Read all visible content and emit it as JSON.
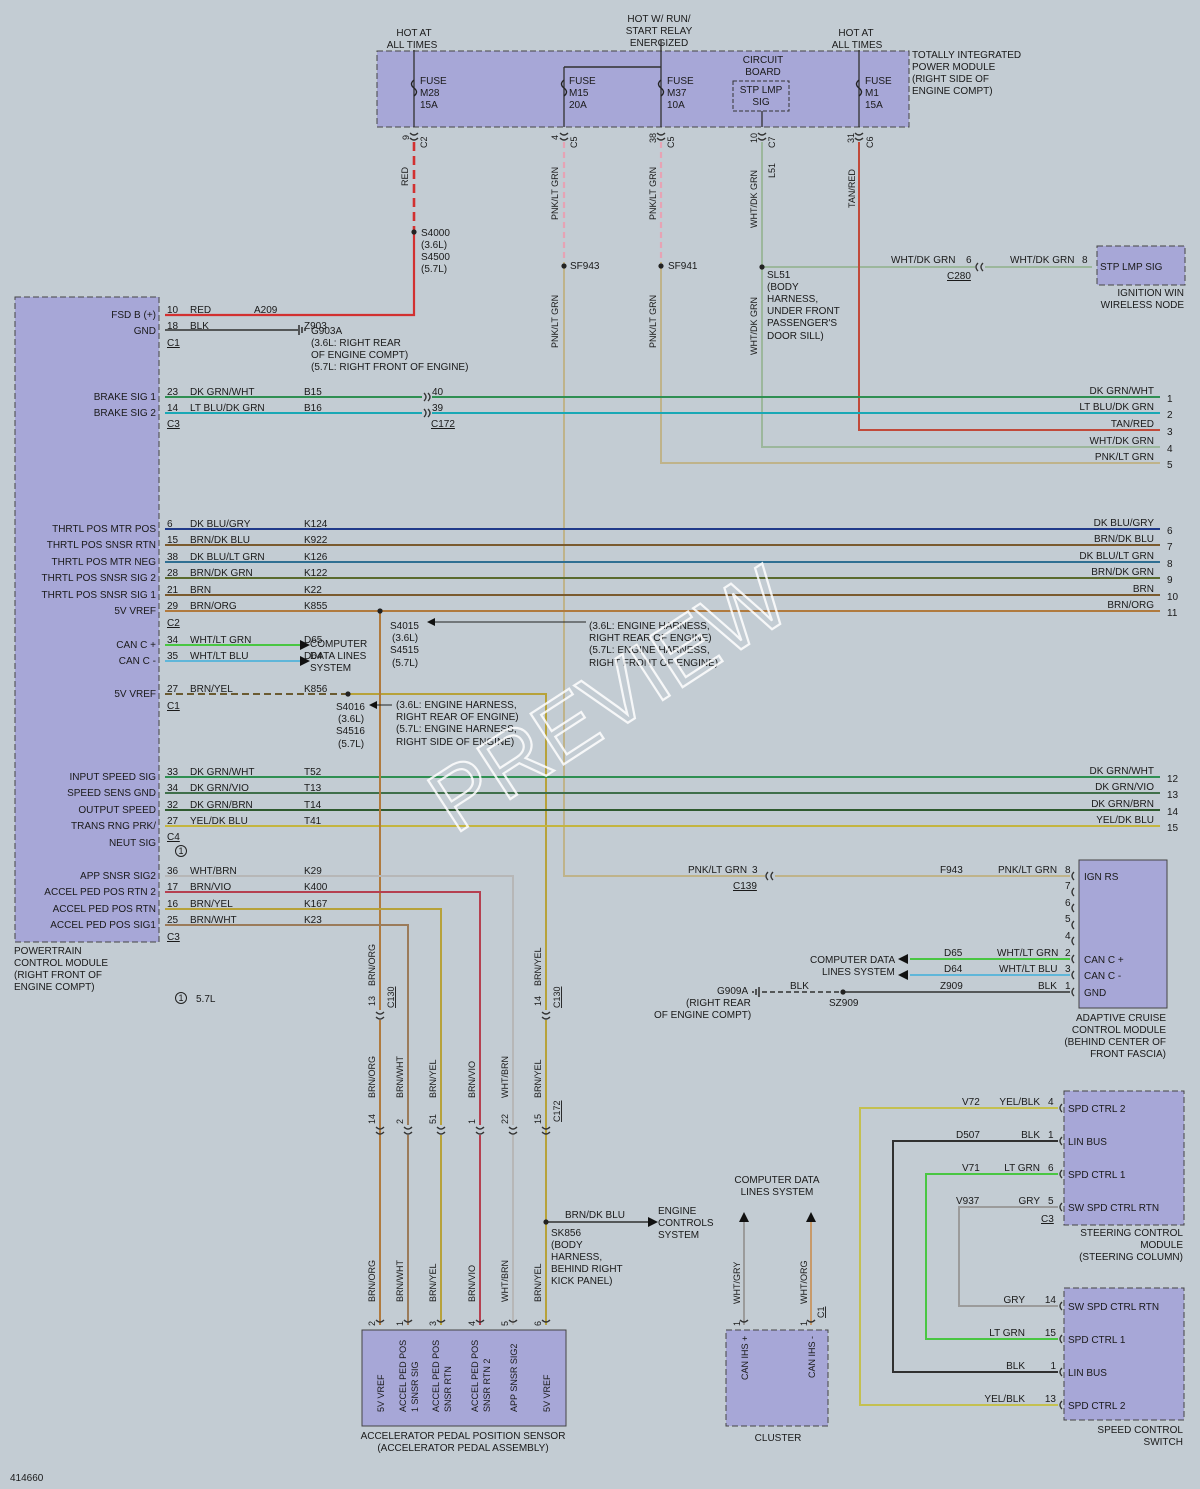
{
  "watermark": "PREVIEW",
  "figure_number": "414660",
  "top_labels": {
    "hot_at": "HOT AT",
    "all_times": "ALL TIMES",
    "hot_run1": "HOT W/ RUN/",
    "hot_run2": "START RELAY",
    "hot_run3": "ENERGIZED"
  },
  "tipm": {
    "l1": "TOTALLY INTEGRATED",
    "l2": "POWER MODULE",
    "l3": "(RIGHT SIDE OF",
    "l4": "ENGINE COMPT)",
    "fuse_word": "FUSE",
    "f1": "M28",
    "f1a": "15A",
    "f2": "M15",
    "f2a": "20A",
    "f3": "M37",
    "f3a": "10A",
    "f4": "M1",
    "f4a": "15A",
    "cb1": "CIRCUIT",
    "cb2": "BOARD",
    "stp1": "STP LMP",
    "stp2": "SIG",
    "pin_a": "9",
    "conn_a": "C2",
    "pin_b": "4",
    "conn_b": "C5",
    "pin_c": "38",
    "conn_c": "C5",
    "pin_d": "10",
    "conn_d": "C7",
    "pin_e": "31",
    "conn_e": "C6"
  },
  "vwires": {
    "red": "RED",
    "pnk1": "PNK/LT GRN",
    "pnk2": "PNK/LT GRN",
    "whtdk": "WHT/DK GRN",
    "l51": "L51",
    "tanred": "TAN/RED"
  },
  "splices": {
    "s4000a": "S4000",
    "s4000b": "(3.6L)",
    "s4000c": "S4500",
    "s4000d": "(5.7L)",
    "sf943": "SF943",
    "sf941": "SF941",
    "sl51a": "SL51",
    "sl51b": "(BODY",
    "sl51c": "HARNESS,",
    "sl51d": "UNDER FRONT",
    "sl51e": "PASSENGER'S",
    "sl51f": "DOOR SILL)",
    "s4015a": "S4015",
    "s4015b": "(3.6L)",
    "s4015c": "S4515",
    "s4015d": "(5.7L)",
    "s4015n1": "(3.6L: ENGINE HARNESS,",
    "s4015n2": "RIGHT REAR OF ENGINE)",
    "s4015n3": "(5.7L: ENGINE HARNESS,",
    "s4015n4": "RIGHT FRONT OF ENGINE)",
    "s4016a": "S4016",
    "s4016b": "(3.6L)",
    "s4016c": "S4516",
    "s4016d": "(5.7L)",
    "s4016n1": "(3.6L: ENGINE HARNESS,",
    "s4016n2": "RIGHT REAR OF ENGINE)",
    "s4016n3": "(5.7L: ENGINE HARNESS,",
    "s4016n4": "RIGHT SIDE OF ENGINE)",
    "g903a": "G903A",
    "g903b": "(3.6L: RIGHT REAR",
    "g903c": "OF ENGINE COMPT)",
    "g903d": "(5.7L: RIGHT FRONT OF ENGINE)",
    "sk856a": "SK856",
    "sk856b": "(BODY",
    "sk856c": "HARNESS,",
    "sk856d": "BEHIND RIGHT",
    "sk856e": "KICK PANEL)",
    "sz909": "SZ909",
    "g909a": "G909A",
    "g909b": "(RIGHT REAR",
    "g909c": "OF ENGINE COMPT)"
  },
  "ign": {
    "l1": "IGNITION WIN",
    "l2": "WIRELESS NODE",
    "pin": "STP LMP SIG",
    "wire": "WHT/DK GRN",
    "p8": "8",
    "p6": "6",
    "wire2": "WHT/DK GRN",
    "conn": "C280"
  },
  "pcm": {
    "l1": "POWERTRAIN",
    "l2": "CONTROL MODULE",
    "l3": "(RIGHT FRONT OF",
    "l4": "ENGINE COMPT)",
    "note_num": "1",
    "note": "5.7L",
    "c1": "C1",
    "c2": "C2",
    "c3": "C3",
    "c4": "C4",
    "c1b": "C1",
    "c3b": "C3",
    "pins": [
      {
        "label": "FSD B (+)",
        "pin": "10",
        "color": "RED",
        "circuit": "A209"
      },
      {
        "label": "GND",
        "pin": "18",
        "color": "BLK",
        "circuit": "Z903"
      },
      {
        "label": "BRAKE SIG 1",
        "pin": "23",
        "color": "DK GRN/WHT",
        "circuit": "B15"
      },
      {
        "label": "BRAKE SIG 2",
        "pin": "14",
        "color": "LT BLU/DK GRN",
        "circuit": "B16"
      },
      {
        "label": "THRTL POS MTR POS",
        "pin": "6",
        "color": "DK BLU/GRY",
        "circuit": "K124"
      },
      {
        "label": "THRTL POS SNSR RTN",
        "pin": "15",
        "color": "BRN/DK BLU",
        "circuit": "K922"
      },
      {
        "label": "THRTL POS MTR NEG",
        "pin": "38",
        "color": "DK BLU/LT GRN",
        "circuit": "K126"
      },
      {
        "label": "THRTL POS SNSR SIG 2",
        "pin": "28",
        "color": "BRN/DK GRN",
        "circuit": "K122"
      },
      {
        "label": "THRTL POS SNSR SIG 1",
        "pin": "21",
        "color": "BRN",
        "circuit": "K22"
      },
      {
        "label": "5V VREF",
        "pin": "29",
        "color": "BRN/ORG",
        "circuit": "K855"
      },
      {
        "label": "CAN C +",
        "pin": "34",
        "color": "WHT/LT GRN",
        "circuit": "D65"
      },
      {
        "label": "CAN C -",
        "pin": "35",
        "color": "WHT/LT BLU",
        "circuit": "D64"
      },
      {
        "label": "5V VREF",
        "pin": "27",
        "color": "BRN/YEL",
        "circuit": "K856"
      },
      {
        "label": "INPUT SPEED SIG",
        "pin": "33",
        "color": "DK GRN/WHT",
        "circuit": "T52"
      },
      {
        "label": "SPEED SENS GND",
        "pin": "34",
        "color": "DK GRN/VIO",
        "circuit": "T13"
      },
      {
        "label": "OUTPUT SPEED",
        "pin": "32",
        "color": "DK GRN/BRN",
        "circuit": "T14"
      },
      {
        "label": "TRANS RNG PRK/",
        "pin": "27",
        "color": "YEL/DK BLU",
        "circuit": "T41"
      },
      {
        "label": "NEUT SIG",
        "pin": "",
        "color": "",
        "circuit": ""
      },
      {
        "label": "APP SNSR SIG2",
        "pin": "36",
        "color": "WHT/BRN",
        "circuit": "K29"
      },
      {
        "label": "ACCEL PED POS RTN 2",
        "pin": "17",
        "color": "BRN/VIO",
        "circuit": "K400"
      },
      {
        "label": "ACCEL PED POS RTN",
        "pin": "16",
        "color": "BRN/YEL",
        "circuit": "K167"
      },
      {
        "label": "ACCEL PED POS SIG1",
        "pin": "25",
        "color": "BRN/WHT",
        "circuit": "K23"
      }
    ]
  },
  "cds": {
    "a1": "COMPUTER",
    "a2": "DATA LINES",
    "a3": "SYSTEM",
    "b1": "COMPUTER DATA",
    "b2": "LINES SYSTEM",
    "c1": "COMPUTER DATA",
    "c2": "LINES SYSTEM"
  },
  "c172": {
    "name": "C172",
    "p40": "40",
    "p39": "39"
  },
  "right_pins": [
    {
      "color": "DK GRN/WHT",
      "n": "1"
    },
    {
      "color": "LT BLU/DK GRN",
      "n": "2"
    },
    {
      "color": "TAN/RED",
      "n": "3"
    },
    {
      "color": "WHT/DK GRN",
      "n": "4"
    },
    {
      "color": "PNK/LT GRN",
      "n": "5"
    },
    {
      "color": "DK BLU/GRY",
      "n": "6"
    },
    {
      "color": "BRN/DK BLU",
      "n": "7"
    },
    {
      "color": "DK BLU/LT GRN",
      "n": "8"
    },
    {
      "color": "BRN/DK GRN",
      "n": "9"
    },
    {
      "color": "BRN",
      "n": "10"
    },
    {
      "color": "BRN/ORG",
      "n": "11"
    },
    {
      "color": "DK GRN/WHT",
      "n": "12"
    },
    {
      "color": "DK GRN/VIO",
      "n": "13"
    },
    {
      "color": "DK GRN/BRN",
      "n": "14"
    },
    {
      "color": "YEL/DK BLU",
      "n": "15"
    }
  ],
  "acc": {
    "l1": "ADAPTIVE CRUISE",
    "l2": "CONTROL MODULE",
    "l3": "(BEHIND CENTER OF",
    "l4": "FRONT FASCIA)",
    "ign": "IGN RS",
    "canp": "CAN C +",
    "canm": "CAN C -",
    "gnd": "GND",
    "pnk": "PNK/LT GRN",
    "p3": "3",
    "c139": "C139",
    "f943": "F943",
    "pnk2": "PNK/LT GRN",
    "p8": "8",
    "p7": "7",
    "p6": "6",
    "p5": "5",
    "p4": "4",
    "p2": "2",
    "p3b": "3",
    "p1": "1",
    "d65": "D65",
    "d64": "D64",
    "z909": "Z909",
    "wlg": "WHT/LT GRN",
    "wlb": "WHT/LT BLU",
    "blk": "BLK",
    "blk2": "BLK"
  },
  "c130": {
    "n": "C130",
    "p13": "13",
    "p14": "14",
    "w1": "BRN/ORG",
    "w2": "BRN/YEL"
  },
  "c172b": {
    "n": "C172",
    "pins": [
      "14",
      "2",
      "51",
      "1",
      "22",
      "15"
    ],
    "wires": [
      "BRN/ORG",
      "BRN/WHT",
      "BRN/YEL",
      "BRN/VIO",
      "WHT/BRN",
      "BRN/YEL"
    ]
  },
  "appsensor": {
    "l1": "ACCELERATOR PEDAL POSITION SENSOR",
    "l2": "(ACCELERATOR PEDAL ASSEMBLY)",
    "pins": [
      "2",
      "1",
      "3",
      "4",
      "5",
      "6"
    ],
    "wires": [
      "BRN/ORG",
      "BRN/WHT",
      "BRN/YEL",
      "BRN/VIO",
      "WHT/BRN",
      "BRN/YEL"
    ],
    "labels": [
      "5V VREF",
      "ACCEL PED POS|1 SNSR SIG",
      "ACCEL PED POS|SNSR RTN",
      "ACCEL PED POS|SNSR RTN 2",
      "APP SNSR SIG2",
      "5V VREF"
    ]
  },
  "sk_wire": "BRN/DK BLU",
  "ecs": {
    "l1": "ENGINE",
    "l2": "CONTROLS",
    "l3": "SYSTEM"
  },
  "cluster": {
    "name": "CLUSTER",
    "w1": "WHT/GRY",
    "w2": "WHT/ORG",
    "p1": "1",
    "p2": "1",
    "c": "C1",
    "canp": "CAN IHS +",
    "canm": "CAN IHS -"
  },
  "scm": {
    "l1": "STEERING CONTROL",
    "l2": "MODULE",
    "l3": "(STEERING COLUMN)",
    "pins": [
      {
        "label": "SPD CTRL 2",
        "circuit": "V72",
        "color": "YEL/BLK",
        "n": "4"
      },
      {
        "label": "LIN BUS",
        "circuit": "D507",
        "color": "BLK",
        "n": "1"
      },
      {
        "label": "SPD CTRL 1",
        "circuit": "V71",
        "color": "LT GRN",
        "n": "6"
      },
      {
        "label": "SW SPD CTRL RTN",
        "circuit": "V937",
        "color": "GRY",
        "n": "5"
      }
    ],
    "c": "C3"
  },
  "scs": {
    "l1": "SPEED CONTROL",
    "l2": "SWITCH",
    "pins": [
      {
        "label": "SW SPD CTRL RTN",
        "color": "GRY",
        "n": "14"
      },
      {
        "label": "SPD CTRL 1",
        "color": "LT GRN",
        "n": "15"
      },
      {
        "label": "LIN BUS",
        "color": "BLK",
        "n": "1"
      },
      {
        "label": "SPD CTRL 2",
        "color": "YEL/BLK",
        "n": "13"
      }
    ]
  },
  "colors": {
    "box": "#a7a7d7",
    "red": "#d23030",
    "pink": "#e7a3b4",
    "green": "#2f8f52",
    "teal": "#19a8b5",
    "tan": "#c47a55",
    "navy": "#203a8a",
    "brown": "#7a5a2e",
    "orange": "#cc8a2c",
    "yellow": "#c4b53f",
    "vio": "#b54050",
    "ltgreen": "#49c642",
    "gray": "#8a8a8a",
    "black": "#303030"
  }
}
